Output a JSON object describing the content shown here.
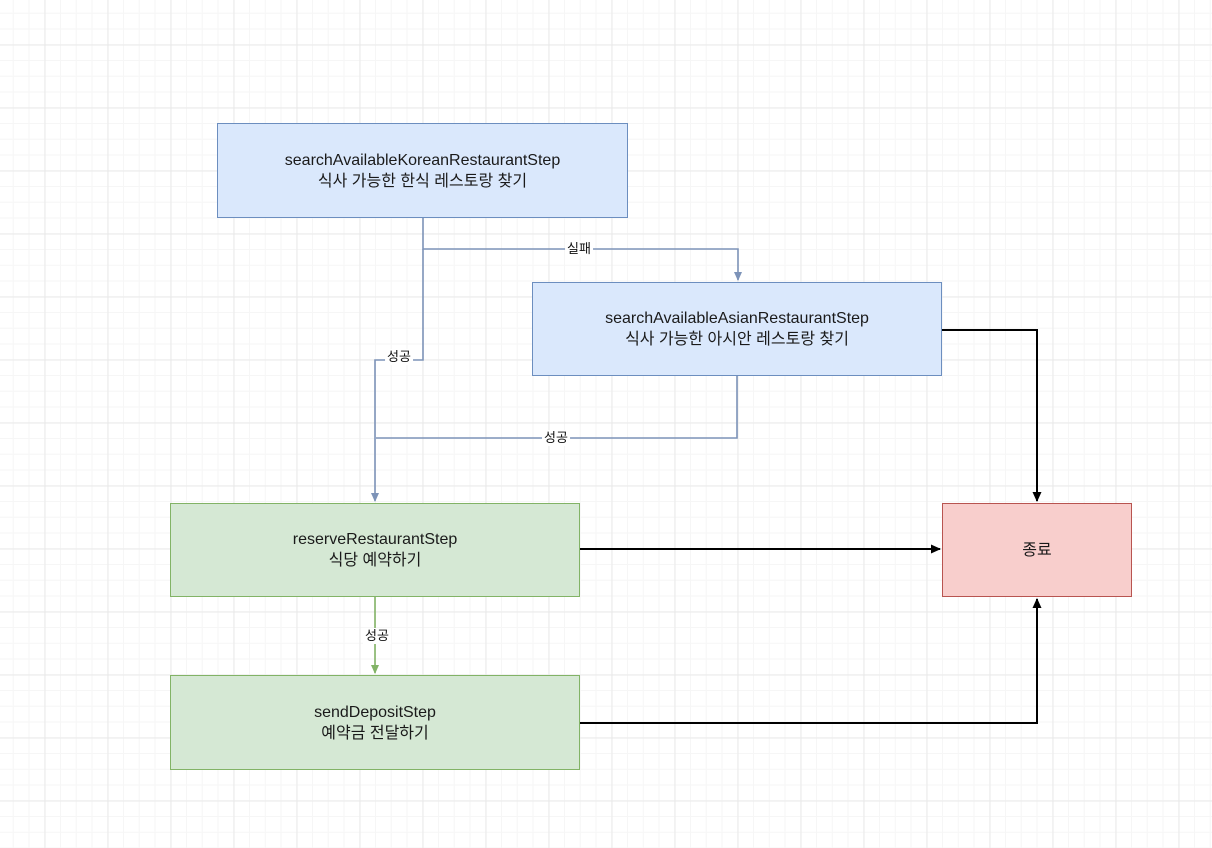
{
  "canvas": {
    "background_color": "#ffffff",
    "grid_minor_color": "#f6f6f6",
    "grid_major_color": "#e9e9e9"
  },
  "nodes": [
    {
      "id": "searchAvailableKoreanRestaurantStep",
      "label_en": "searchAvailableKoreanRestaurantStep",
      "label_ko": "식사 가능한 한식 레스토랑 찾기",
      "fill": "#dae8fc",
      "border": "#6c8ebf"
    },
    {
      "id": "searchAvailableAsianRestaurantStep",
      "label_en": "searchAvailableAsianRestaurantStep",
      "label_ko": "식사 가능한 아시안 레스토랑 찾기",
      "fill": "#dae8fc",
      "border": "#6c8ebf"
    },
    {
      "id": "reserveRestaurantStep",
      "label_en": "reserveRestaurantStep",
      "label_ko": "식당 예약하기",
      "fill": "#d5e8d4",
      "border": "#82b366"
    },
    {
      "id": "sendDepositStep",
      "label_en": "sendDepositStep",
      "label_ko": "예약금 전달하기",
      "fill": "#d5e8d4",
      "border": "#82b366"
    },
    {
      "id": "end",
      "label_ko": "종료",
      "fill": "#f8cecc",
      "border": "#b85450"
    }
  ],
  "edges": [
    {
      "id": "korean-fail-to-asian",
      "label": "실패",
      "color": "#7d93b8"
    },
    {
      "id": "korean-success-to-reserve",
      "label": "성공",
      "color": "#7d93b8"
    },
    {
      "id": "asian-success-merge",
      "label": "성공",
      "color": "#7d93b8"
    },
    {
      "id": "asian-to-end",
      "label": "",
      "color": "#000000"
    },
    {
      "id": "reserve-to-end",
      "label": "",
      "color": "#000000"
    },
    {
      "id": "deposit-to-end",
      "label": "",
      "color": "#000000"
    },
    {
      "id": "reserve-success-to-deposit",
      "label": "성공",
      "color": "#82b366"
    }
  ]
}
